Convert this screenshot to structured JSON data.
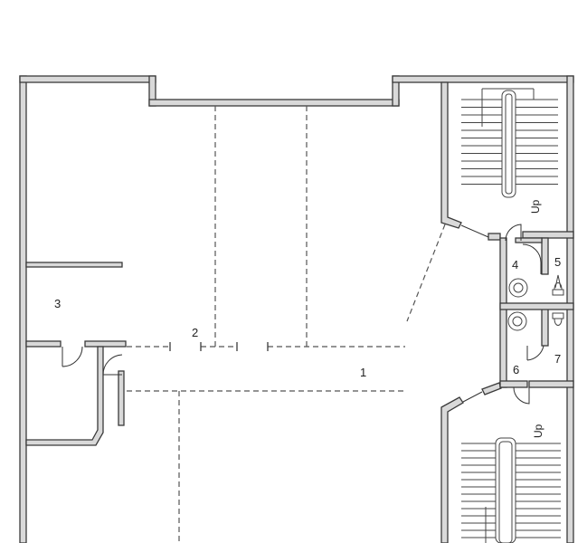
{
  "rooms": {
    "r1": "1",
    "r2": "2",
    "r3": "3",
    "r4": "4",
    "r5": "5",
    "r6": "6",
    "r7": "7"
  },
  "stairs": {
    "top_up": "Up",
    "bottom_up": "Up"
  },
  "icons": {
    "sink": "sink-icon",
    "toilet": "toilet-icon",
    "stair": "staircase-icon",
    "door": "door-swing-icon"
  }
}
